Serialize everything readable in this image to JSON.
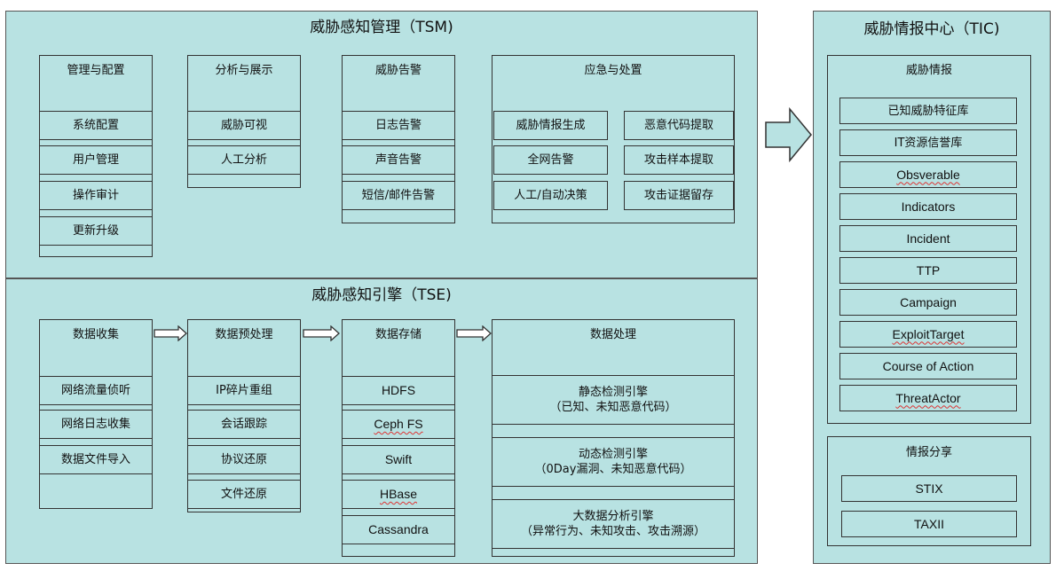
{
  "tsm": {
    "title": "威胁感知管理（TSM)",
    "groups": {
      "mgmt": {
        "title": "管理与配置",
        "items": [
          "系统配置",
          "用户管理",
          "操作审计",
          "更新升级"
        ]
      },
      "analysis": {
        "title": "分析与展示",
        "items": [
          "威胁可视",
          "人工分析"
        ]
      },
      "alert": {
        "title": "威胁告警",
        "items": [
          "日志告警",
          "声音告警",
          "短信/邮件告警"
        ]
      },
      "response": {
        "title": "应急与处置",
        "left": [
          "威胁情报生成",
          "全网告警",
          "人工/自动决策"
        ],
        "right": [
          "恶意代码提取",
          "攻击样本提取",
          "攻击证据留存"
        ]
      }
    }
  },
  "tse": {
    "title": "威胁感知引擎（TSE)",
    "collect": {
      "title": "数据收集",
      "items": [
        "网络流量侦听",
        "网络日志收集",
        "数据文件导入"
      ]
    },
    "preprocess": {
      "title": "数据预处理",
      "items": [
        "IP碎片重组",
        "会话跟踪",
        "协议还原",
        "文件还原"
      ]
    },
    "storage": {
      "title": "数据存储",
      "items": [
        "HDFS",
        "Ceph FS",
        "Swift",
        "HBase",
        "Cassandra"
      ]
    },
    "processing": {
      "title": "数据处理",
      "engines": [
        {
          "name": "静态检测引擎",
          "desc": "（已知、未知恶意代码）"
        },
        {
          "name": "动态检测引擎",
          "desc": "（0Day漏洞、未知恶意代码）"
        },
        {
          "name": "大数据分析引擎",
          "desc": "（异常行为、未知攻击、攻击溯源）"
        }
      ]
    }
  },
  "tic": {
    "title": "威胁情报中心（TIC)",
    "intel": {
      "title": "威胁情报",
      "items": [
        "已知威胁特征库",
        "IT资源信誉库",
        "Obsverable",
        "Indicators",
        "Incident",
        "TTP",
        "Campaign",
        "ExploitTarget",
        "Course of Action",
        "ThreatActor"
      ]
    },
    "share": {
      "title": "情报分享",
      "items": [
        "STIX",
        "TAXII"
      ]
    }
  },
  "colors": {
    "fill": "#b8e2e2",
    "border": "#333333"
  }
}
